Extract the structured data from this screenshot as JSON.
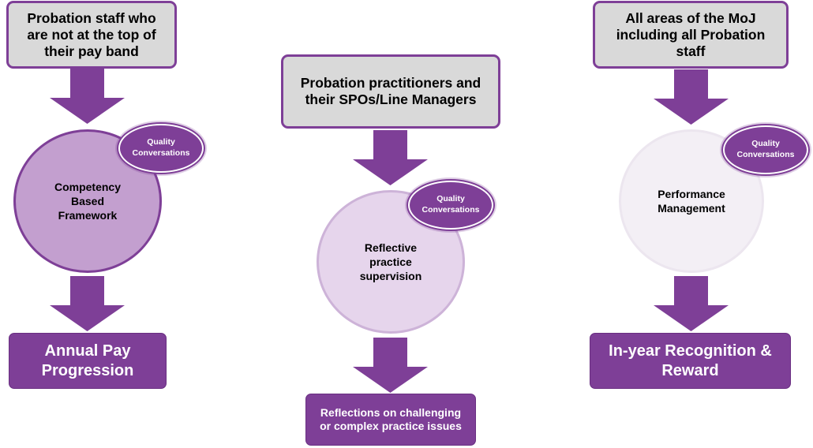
{
  "colors": {
    "accent": "#7e3f97",
    "box_fill": "#d9d9d9",
    "circle_left": "#c39fcf",
    "circle_middle": "#e6d5ec",
    "circle_right": "#f3eff5"
  },
  "columns": [
    {
      "top_box": "Probation staff who\nare not at the top of\ntheir pay band",
      "badge": "Quality\nConversations",
      "circle": "Competency\nBased\nFramework",
      "outcome": "Annual Pay\nProgression"
    },
    {
      "top_box": "Probation practitioners and\ntheir SPOs/Line Managers",
      "badge": "Quality\nConversations",
      "circle": "Reflective\npractice\nsupervision",
      "outcome": "Reflections on challenging\nor complex practice issues"
    },
    {
      "top_box": "All areas of the MoJ\nincluding all Probation\nstaff",
      "badge": "Quality\nConversations",
      "circle": "Performance\nManagement",
      "outcome": "In-year Recognition &\nReward"
    }
  ]
}
